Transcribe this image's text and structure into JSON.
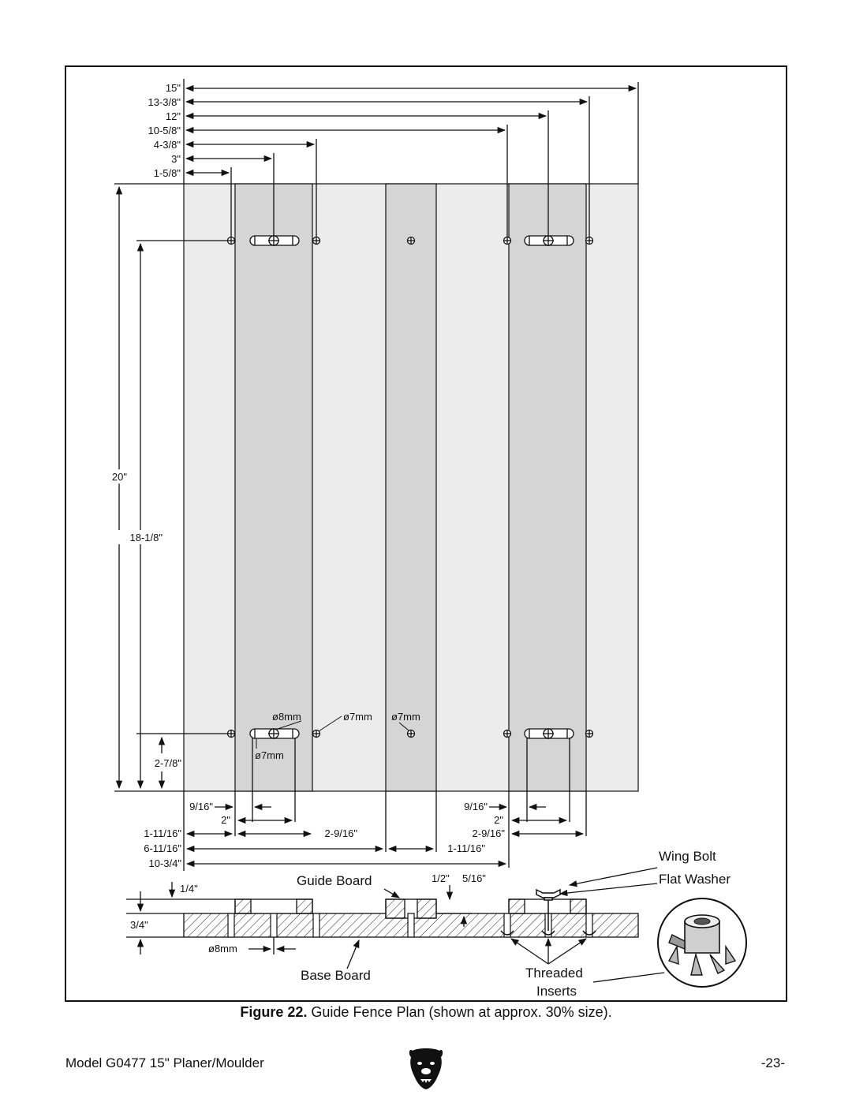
{
  "figure": {
    "dimensions_top": [
      "15\"",
      "13-3/8\"",
      "12\"",
      "10-5/8\"",
      "4-3/8\"",
      "3\"",
      "1-5/8\""
    ],
    "dimensions_left": {
      "total_height": "20\"",
      "hole_span": "18-1/8\"",
      "edge_offset": "2-7/8\""
    },
    "hole_labels": {
      "d8": "ø8mm",
      "d7a": "ø7mm",
      "d7b": "ø7mm",
      "d7c": "ø7mm"
    },
    "dimensions_bottom_left": {
      "a": "9/16\"",
      "b": "2\"",
      "c": "1-11/16\"",
      "d": "6-11/16\"",
      "e": "10-3/4\"",
      "f": "2-9/16\""
    },
    "dimensions_bottom_right": {
      "a": "9/16\"",
      "b": "2\"",
      "c": "2-9/16\"",
      "d": "1-11/16\""
    },
    "section": {
      "top_thickness": "1/4\"",
      "base_thickness": "3/4\"",
      "slot_depth": "1/2\"",
      "slot_width": "5/16\"",
      "hole": "ø8mm",
      "guide_board": "Guide Board",
      "base_board": "Base Board",
      "wing_bolt": "Wing Bolt",
      "flat_washer": "Flat Washer",
      "threaded": "Threaded",
      "inserts": "Inserts"
    }
  },
  "caption": {
    "label": "Figure 22.",
    "text": " Guide Fence Plan (shown at approx. 30% size)."
  },
  "footer": {
    "model": "Model G0477 15\" Planer/Moulder",
    "page": "-23-"
  }
}
